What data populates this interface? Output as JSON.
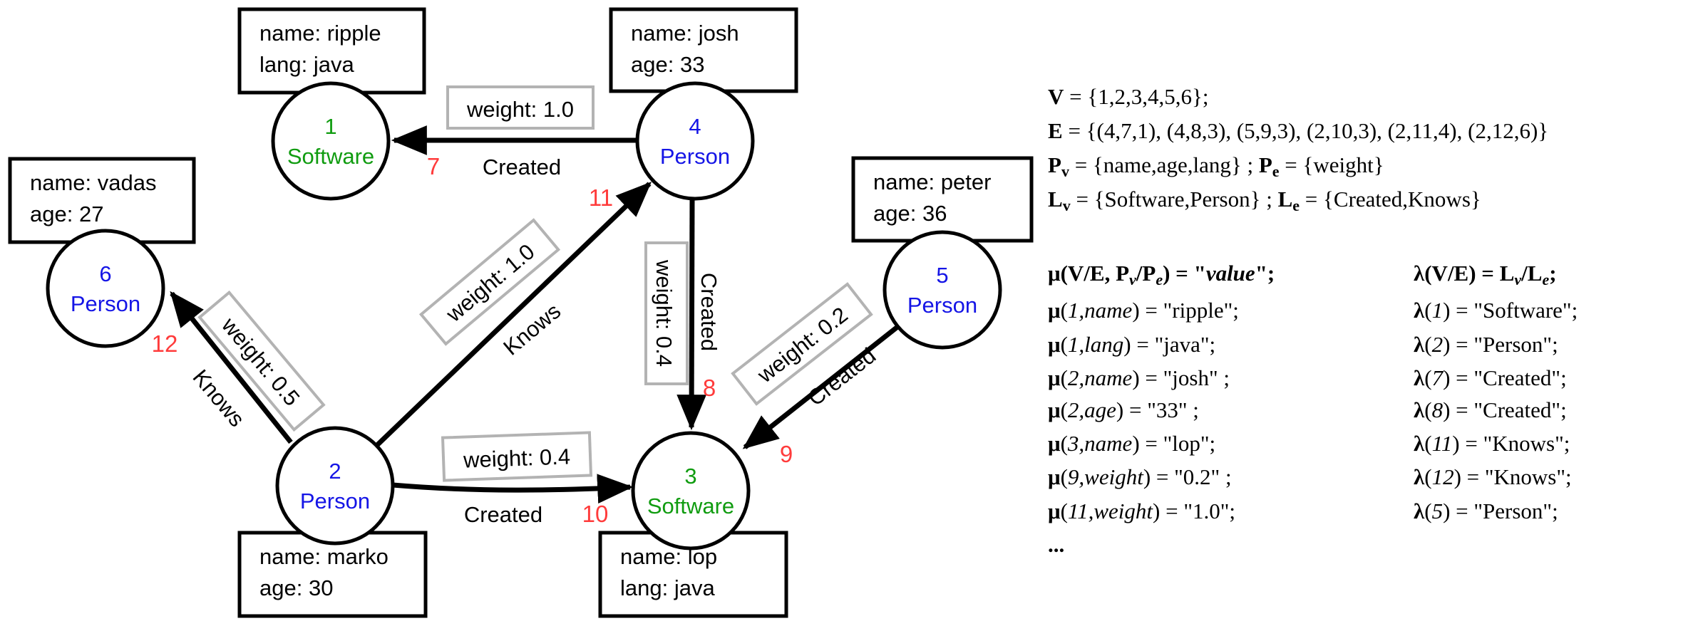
{
  "colors": {
    "green": "#109c10",
    "blue": "#1515e6",
    "red": "#ff3b3b",
    "gray": "#b3b3b3"
  },
  "nodes": [
    {
      "id": "1",
      "label": "Software",
      "props": [
        "name: ripple",
        "lang: java"
      ]
    },
    {
      "id": "2",
      "label": "Person",
      "props": [
        "name: marko",
        "age: 30"
      ]
    },
    {
      "id": "3",
      "label": "Software",
      "props": [
        "name: lop",
        "lang: java"
      ]
    },
    {
      "id": "4",
      "label": "Person",
      "props": [
        "name: josh",
        "age: 33"
      ]
    },
    {
      "id": "5",
      "label": "Person",
      "props": [
        "name: peter",
        "age: 36"
      ]
    },
    {
      "id": "6",
      "label": "Person",
      "props": [
        "name: vadas",
        "age: 27"
      ]
    }
  ],
  "edges": [
    {
      "id": "7",
      "weight": "weight: 1.0",
      "label": "Created"
    },
    {
      "id": "8",
      "weight": "weight: 0.4",
      "label": "Created"
    },
    {
      "id": "9",
      "weight": "weight: 0.2",
      "label": "Created"
    },
    {
      "id": "10",
      "weight": "weight: 0.4",
      "label": "Created"
    },
    {
      "id": "11",
      "weight": "weight: 1.0",
      "label": "Knows"
    },
    {
      "id": "12",
      "weight": "weight: 0.5",
      "label": "Knows"
    }
  ],
  "formal": {
    "set_lines": [
      [
        [
          "b",
          "V"
        ],
        [
          "n",
          " = {1,2,3,4,5,6};"
        ]
      ],
      [
        [
          "b",
          "E"
        ],
        [
          "n",
          " = {(4,7,1), (4,8,3), (5,9,3), (2,10,3), (2,11,4), (2,12,6)}"
        ]
      ],
      [
        [
          "b",
          "P"
        ],
        [
          "bs",
          "v"
        ],
        [
          "n",
          " = {name,age,lang} ; "
        ],
        [
          "b",
          "P"
        ],
        [
          "bs",
          "e"
        ],
        [
          "n",
          " = {weight}"
        ]
      ],
      [
        [
          "b",
          "L"
        ],
        [
          "bs",
          "v"
        ],
        [
          "n",
          " = {Software,Person} ; "
        ],
        [
          "b",
          "L"
        ],
        [
          "bs",
          "e"
        ],
        [
          "n",
          " = {Created,Knows}"
        ]
      ]
    ],
    "mu_rows": [
      [
        [
          "b",
          "μ(V/E, P"
        ],
        [
          "bis",
          "v"
        ],
        [
          "b",
          "/P"
        ],
        [
          "bis",
          "e"
        ],
        [
          "b",
          ") = \""
        ],
        [
          "bi",
          "value"
        ],
        [
          "b",
          "\";"
        ]
      ],
      [
        [
          "b",
          "μ"
        ],
        [
          "n",
          "("
        ],
        [
          "i",
          "1,name"
        ],
        [
          "n",
          ") = \"ripple\";"
        ]
      ],
      [
        [
          "b",
          "μ"
        ],
        [
          "n",
          "("
        ],
        [
          "i",
          "1,lang"
        ],
        [
          "n",
          ") = \"java\";"
        ]
      ],
      [
        [
          "b",
          "μ"
        ],
        [
          "n",
          "("
        ],
        [
          "i",
          "2,name"
        ],
        [
          "n",
          ") = \"josh\" ;"
        ]
      ],
      [
        [
          "b",
          "μ"
        ],
        [
          "n",
          "("
        ],
        [
          "i",
          "2,age"
        ],
        [
          "n",
          ") = \"33\" ;"
        ]
      ],
      [
        [
          "b",
          "μ"
        ],
        [
          "n",
          "("
        ],
        [
          "i",
          "3,name"
        ],
        [
          "n",
          ") = \"lop\";"
        ]
      ],
      [
        [
          "b",
          "μ"
        ],
        [
          "n",
          "("
        ],
        [
          "i",
          "9,weight"
        ],
        [
          "n",
          ") = \"0.2\" ;"
        ]
      ],
      [
        [
          "b",
          "μ"
        ],
        [
          "n",
          "("
        ],
        [
          "i",
          "11,weight"
        ],
        [
          "n",
          ") = \"1.0\";"
        ]
      ],
      [
        [
          "b",
          "..."
        ]
      ]
    ],
    "lambda_rows": [
      [
        [
          "b",
          "λ(V/E) = L"
        ],
        [
          "bis",
          "v"
        ],
        [
          "b",
          "/L"
        ],
        [
          "bis",
          "e"
        ],
        [
          "b",
          ";"
        ]
      ],
      [
        [
          "b",
          "λ"
        ],
        [
          "n",
          "("
        ],
        [
          "i",
          "1"
        ],
        [
          "n",
          ") = \"Software\";"
        ]
      ],
      [
        [
          "b",
          "λ"
        ],
        [
          "n",
          "("
        ],
        [
          "i",
          "2"
        ],
        [
          "n",
          ") = \"Person\";"
        ]
      ],
      [
        [
          "b",
          "λ"
        ],
        [
          "n",
          "("
        ],
        [
          "i",
          "7"
        ],
        [
          "n",
          ") = \"Created\";"
        ]
      ],
      [
        [
          "b",
          "λ"
        ],
        [
          "n",
          "("
        ],
        [
          "i",
          "8"
        ],
        [
          "n",
          ") = \"Created\";"
        ]
      ],
      [
        [
          "b",
          "λ"
        ],
        [
          "n",
          "("
        ],
        [
          "i",
          "11"
        ],
        [
          "n",
          ") = \"Knows\";"
        ]
      ],
      [
        [
          "b",
          "λ"
        ],
        [
          "n",
          "("
        ],
        [
          "i",
          "12"
        ],
        [
          "n",
          ") = \"Knows\";"
        ]
      ],
      [
        [
          "b",
          "λ"
        ],
        [
          "n",
          "("
        ],
        [
          "i",
          "5"
        ],
        [
          "n",
          ") = \"Person\";"
        ]
      ]
    ]
  }
}
